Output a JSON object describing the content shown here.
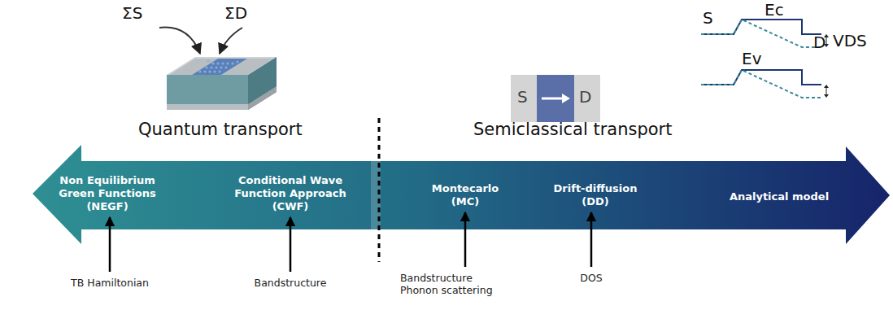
{
  "diagram": {
    "nodes": [
      {
        "text": [
          "Non Equilibrium Green Functions (NEGF)"
        ]
      },
      {
        "text": [
          "Conditional Wave Function Approach (CWF)"
        ]
      },
      {
        "text": [
          "Montecarlo (MC)"
        ]
      },
      {
        "text": [
          "Drift-diffusion (DD)"
        ]
      },
      {
        "text": [
          "Analytical model"
        ]
      },
      {
        "text": [
          "TB Hamiltonian"
        ]
      },
      {
        "text": [
          "Bandstructure"
        ]
      },
      {
        "text": [
          "Bandstructure Phonon scattering"
        ]
      },
      {
        "text": [
          "DOS"
        ]
      }
    ],
    "edges": [
      {
        "from": 5,
        "to": 0,
        "arrow": "to"
      },
      {
        "from": 6,
        "to": 1,
        "arrow": "to"
      },
      {
        "from": 7,
        "to": 2,
        "arrow": "to"
      },
      {
        "from": 8,
        "to": 3,
        "arrow": "to"
      }
    ],
    "labels": [
      "ΣS",
      "ΣD",
      "Quantum transport",
      "S",
      "D",
      "Semiclassical transport",
      "S",
      "Ec",
      "D",
      "Ev",
      "VDS"
    ]
  }
}
